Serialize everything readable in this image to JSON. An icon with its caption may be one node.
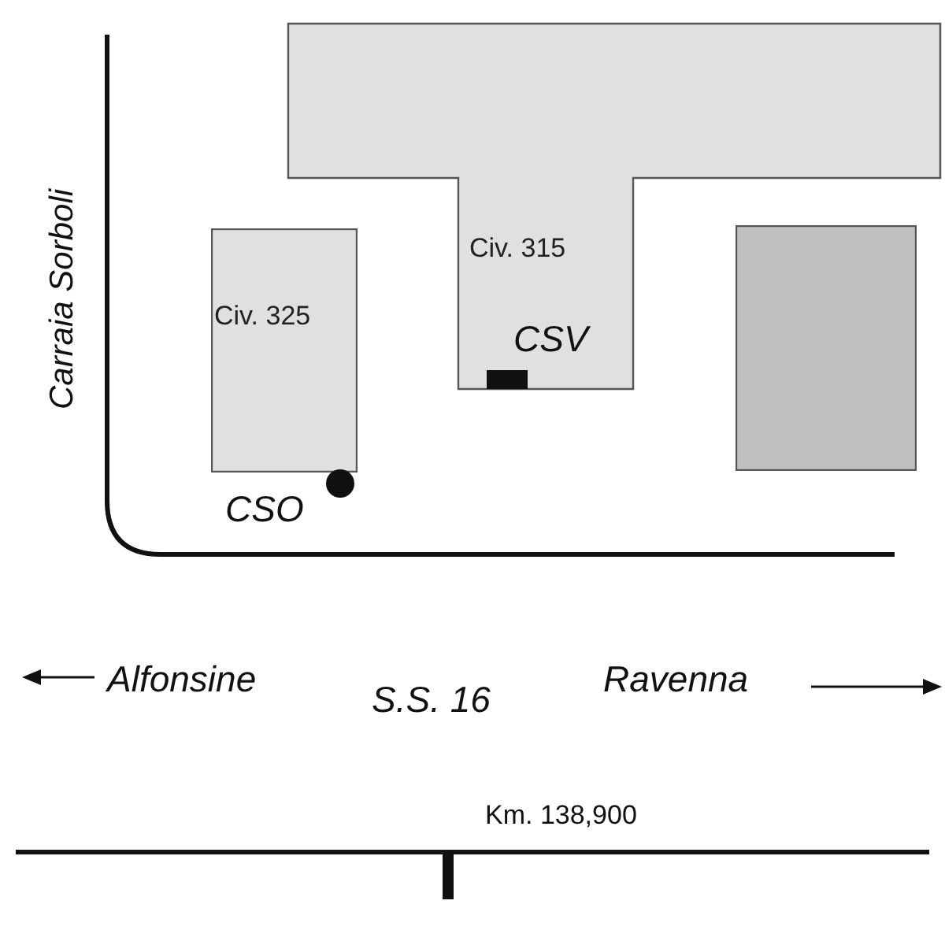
{
  "diagram": {
    "nodes": [
      {
        "text": [
          "Civ. 315"
        ]
      },
      {
        "text": [
          "Civ. 325"
        ]
      },
      {
        "text": [],
        "shape": "box"
      }
    ],
    "labels": [
      "CSV",
      "Carraia Sorboli",
      "CSO",
      "Alfonsine",
      "S.S. 16",
      "Ravenna",
      "Km. 138,900"
    ]
  }
}
